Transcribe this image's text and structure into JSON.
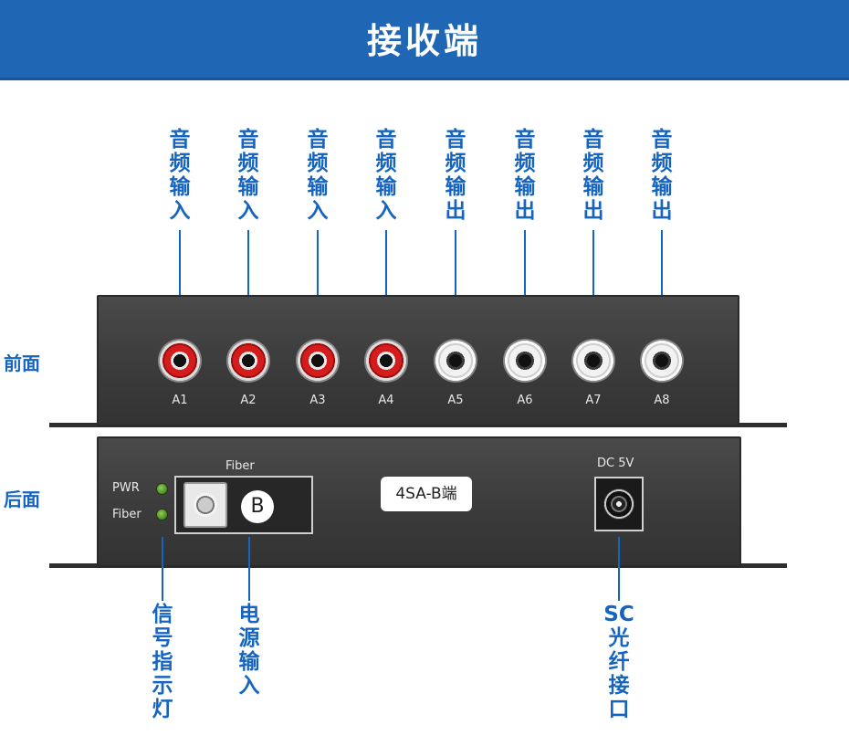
{
  "header": {
    "title": "接收端"
  },
  "colors": {
    "header_bg": "#1f66b5",
    "label_blue": "#1565c0",
    "panel": "#3d3d3d"
  },
  "side_labels": {
    "front": "前面",
    "rear": "后面"
  },
  "front_ports": [
    {
      "id": "A1",
      "kind": "red",
      "label_chars": [
        "音",
        "频",
        "输",
        "入"
      ]
    },
    {
      "id": "A2",
      "kind": "red",
      "label_chars": [
        "音",
        "频",
        "输",
        "入"
      ]
    },
    {
      "id": "A3",
      "kind": "red",
      "label_chars": [
        "音",
        "频",
        "输",
        "入"
      ]
    },
    {
      "id": "A4",
      "kind": "red",
      "label_chars": [
        "音",
        "频",
        "输",
        "入"
      ]
    },
    {
      "id": "A5",
      "kind": "white",
      "label_chars": [
        "音",
        "频",
        "输",
        "出"
      ]
    },
    {
      "id": "A6",
      "kind": "white",
      "label_chars": [
        "音",
        "频",
        "输",
        "出"
      ]
    },
    {
      "id": "A7",
      "kind": "white",
      "label_chars": [
        "音",
        "频",
        "输",
        "出"
      ]
    },
    {
      "id": "A8",
      "kind": "white",
      "label_chars": [
        "音",
        "频",
        "输",
        "出"
      ]
    }
  ],
  "rear_panel": {
    "indicator_pwr": "PWR",
    "indicator_fiber": "Fiber",
    "fiber_label": "Fiber",
    "fiber_badge": "B",
    "model_tag": "4SA-B端",
    "dc_label": "DC 5V"
  },
  "bottom_labels": [
    {
      "name": "signal-indicator",
      "chars": [
        "信",
        "号",
        "指",
        "示",
        "灯"
      ]
    },
    {
      "name": "power-input",
      "chars": [
        "电",
        "源",
        "输",
        "入"
      ]
    },
    {
      "name": "sc-fiber-port",
      "chars": [
        "SC",
        "光",
        "纤",
        "接",
        "口"
      ]
    }
  ]
}
